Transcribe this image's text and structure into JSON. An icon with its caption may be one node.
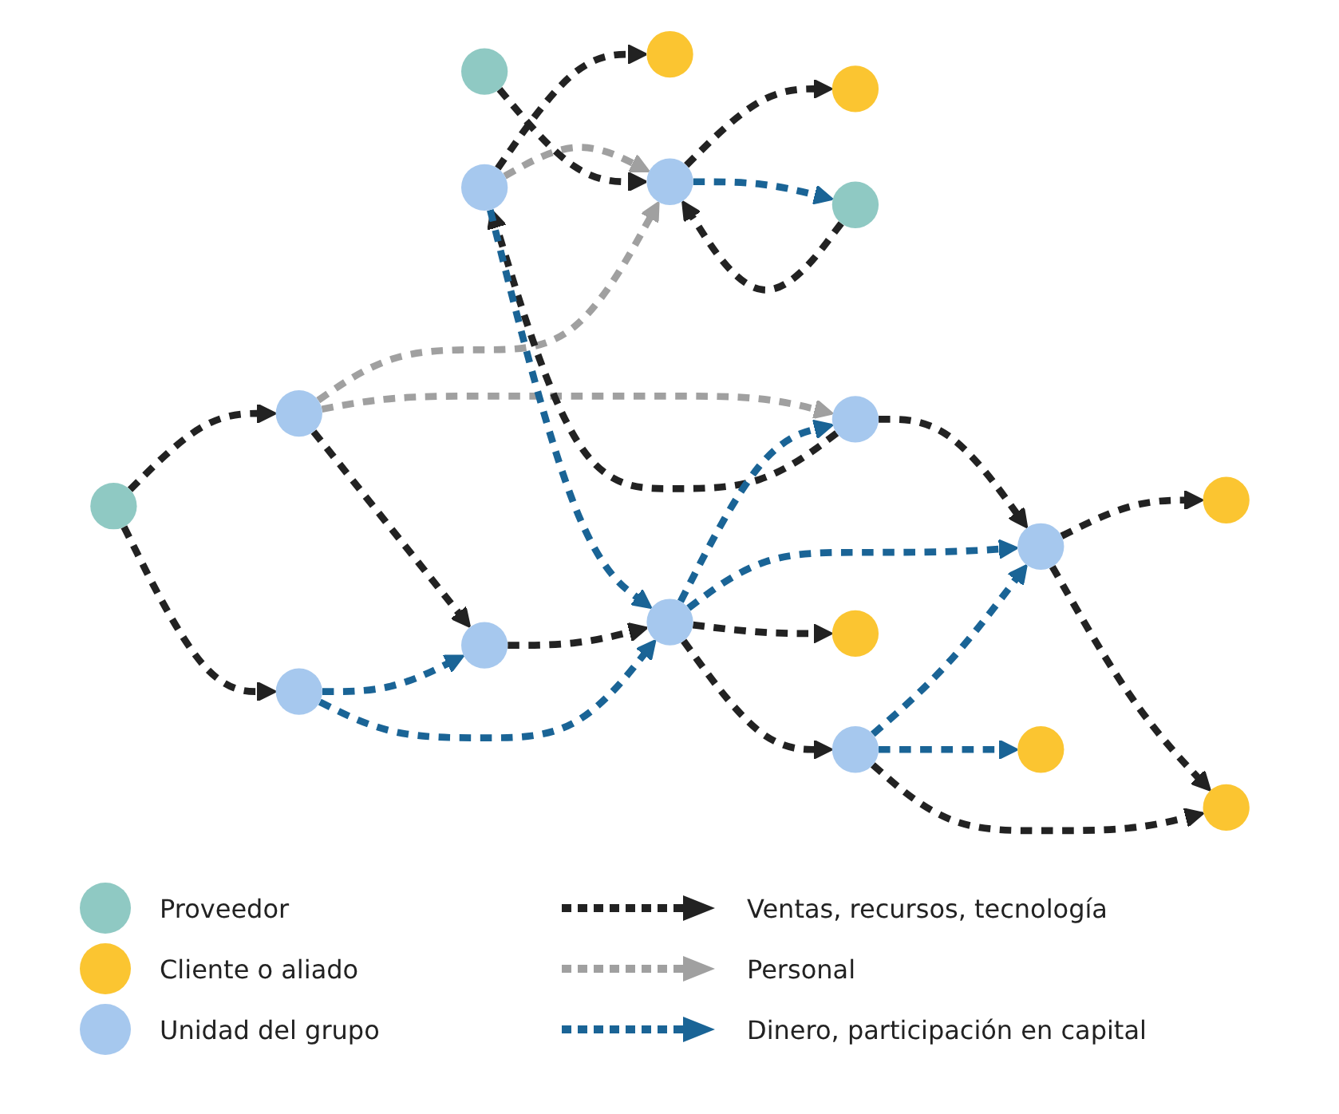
{
  "diagram": {
    "nodes": [
      {
        "text": [],
        "shape": "circle"
      },
      {
        "text": [],
        "shape": "circle"
      },
      {
        "text": [],
        "shape": "circle"
      },
      {
        "text": [],
        "shape": "circle"
      },
      {
        "text": [],
        "shape": "circle"
      },
      {
        "text": [],
        "shape": "circle"
      },
      {
        "text": [],
        "shape": "circle"
      },
      {
        "text": [],
        "shape": "circle"
      },
      {
        "text": [],
        "shape": "circle"
      },
      {
        "text": [],
        "shape": "circle"
      },
      {
        "text": [],
        "shape": "circle"
      },
      {
        "text": [],
        "shape": "circle"
      },
      {
        "text": [],
        "shape": "circle"
      },
      {
        "text": [],
        "shape": "circle"
      },
      {
        "text": [],
        "shape": "circle"
      },
      {
        "text": [],
        "shape": "circle"
      },
      {
        "text": [],
        "shape": "circle"
      },
      {
        "text": [],
        "shape": "circle"
      }
    ],
    "edges": [
      {
        "from": 5,
        "to": 4,
        "arrow": "to",
        "style": "dashed",
        "color": "#1a6496"
      },
      {
        "from": 4,
        "to": 5,
        "arrow": "to",
        "style": "dashed"
      },
      {
        "from": 5,
        "to": 1,
        "arrow": "to",
        "style": "dashed"
      },
      {
        "from": 2,
        "to": 5,
        "arrow": "to",
        "style": "dashed",
        "color": "#a0a0a0"
      },
      {
        "from": 8,
        "to": 5,
        "arrow": "to",
        "style": "dashed"
      },
      {
        "from": 10,
        "to": 5,
        "arrow": "to",
        "style": "dashed",
        "color": "#a0a0a0"
      },
      {
        "from": 10,
        "to": 7,
        "arrow": "to",
        "style": "dashed",
        "color": "#a0a0a0"
      },
      {
        "from": 7,
        "to": 2,
        "arrow": "to",
        "style": "dashed"
      },
      {
        "from": 2,
        "to": 0,
        "arrow": "to",
        "style": "dashed"
      },
      {
        "from": 2,
        "to": 13,
        "arrow": "to",
        "style": "dashed",
        "color": "#1a6496"
      },
      {
        "from": 7,
        "to": 6,
        "arrow": "to",
        "style": "dashed"
      },
      {
        "from": 6,
        "to": 3,
        "arrow": "to",
        "style": "dashed"
      },
      {
        "from": 6,
        "to": 9,
        "arrow": "to",
        "style": "dashed"
      },
      {
        "from": 11,
        "to": 10,
        "arrow": "to",
        "style": "dashed"
      },
      {
        "from": 11,
        "to": 16,
        "arrow": "to",
        "style": "dashed"
      },
      {
        "from": 10,
        "to": 12,
        "arrow": "to",
        "style": "dashed"
      },
      {
        "from": 12,
        "to": 13,
        "arrow": "to",
        "style": "dashed"
      },
      {
        "from": 16,
        "to": 12,
        "arrow": "to",
        "style": "dashed",
        "color": "#1a6496"
      },
      {
        "from": 16,
        "to": 13,
        "arrow": "to",
        "style": "dashed",
        "color": "#1a6496"
      },
      {
        "from": 13,
        "to": 7,
        "arrow": "to",
        "style": "dashed",
        "color": "#1a6496"
      },
      {
        "from": 13,
        "to": 6,
        "arrow": "to",
        "style": "dashed",
        "color": "#1a6496"
      },
      {
        "from": 13,
        "to": 14,
        "arrow": "to",
        "style": "dashed"
      },
      {
        "from": 13,
        "to": 17,
        "arrow": "to",
        "style": "dashed"
      },
      {
        "from": 14,
        "to": 6,
        "arrow": "to",
        "style": "dashed",
        "color": "#1a6496"
      },
      {
        "from": 14,
        "to": 9,
        "arrow": "to",
        "style": "dashed"
      },
      {
        "from": 14,
        "to": 15,
        "arrow": "to",
        "style": "dashed",
        "color": "#1a6496"
      }
    ],
    "legend": [
      {
        "text": "Proveedor",
        "color": "#8fc9c3"
      },
      {
        "text": "Cliente o aliado",
        "color": "#fbc531"
      },
      {
        "text": "Unidad del grupo",
        "color": "#a6c8ee"
      },
      {
        "text": "Ventas, recursos, tecnología"
      },
      {
        "text": "Personal"
      },
      {
        "text": "Dinero, participación en capital"
      }
    ]
  }
}
